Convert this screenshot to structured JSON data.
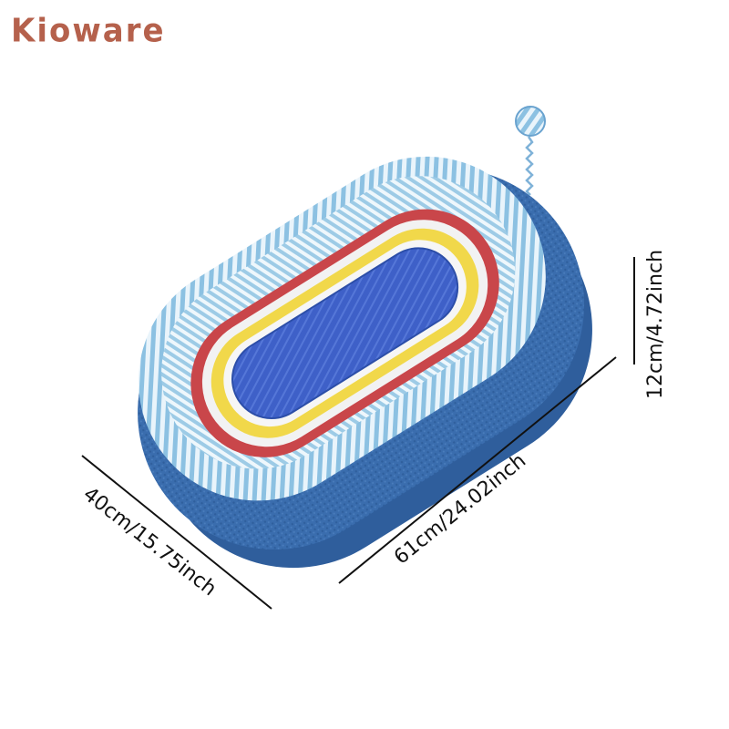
{
  "brand": {
    "name": "Kioware",
    "color": "#b5614c"
  },
  "product": {
    "icon": "oval-cat-scratcher-bed",
    "colors": {
      "outer": "#3569a8",
      "rope": "#9ac8e4",
      "red": "#c9464a",
      "yellow": "#f1d84a",
      "white": "#f4f4f4",
      "center": "#3d5fc9"
    }
  },
  "dimensions": {
    "length": "61cm/24.02inch",
    "width": "40cm/15.75inch",
    "height": "12cm/4.72inch"
  }
}
